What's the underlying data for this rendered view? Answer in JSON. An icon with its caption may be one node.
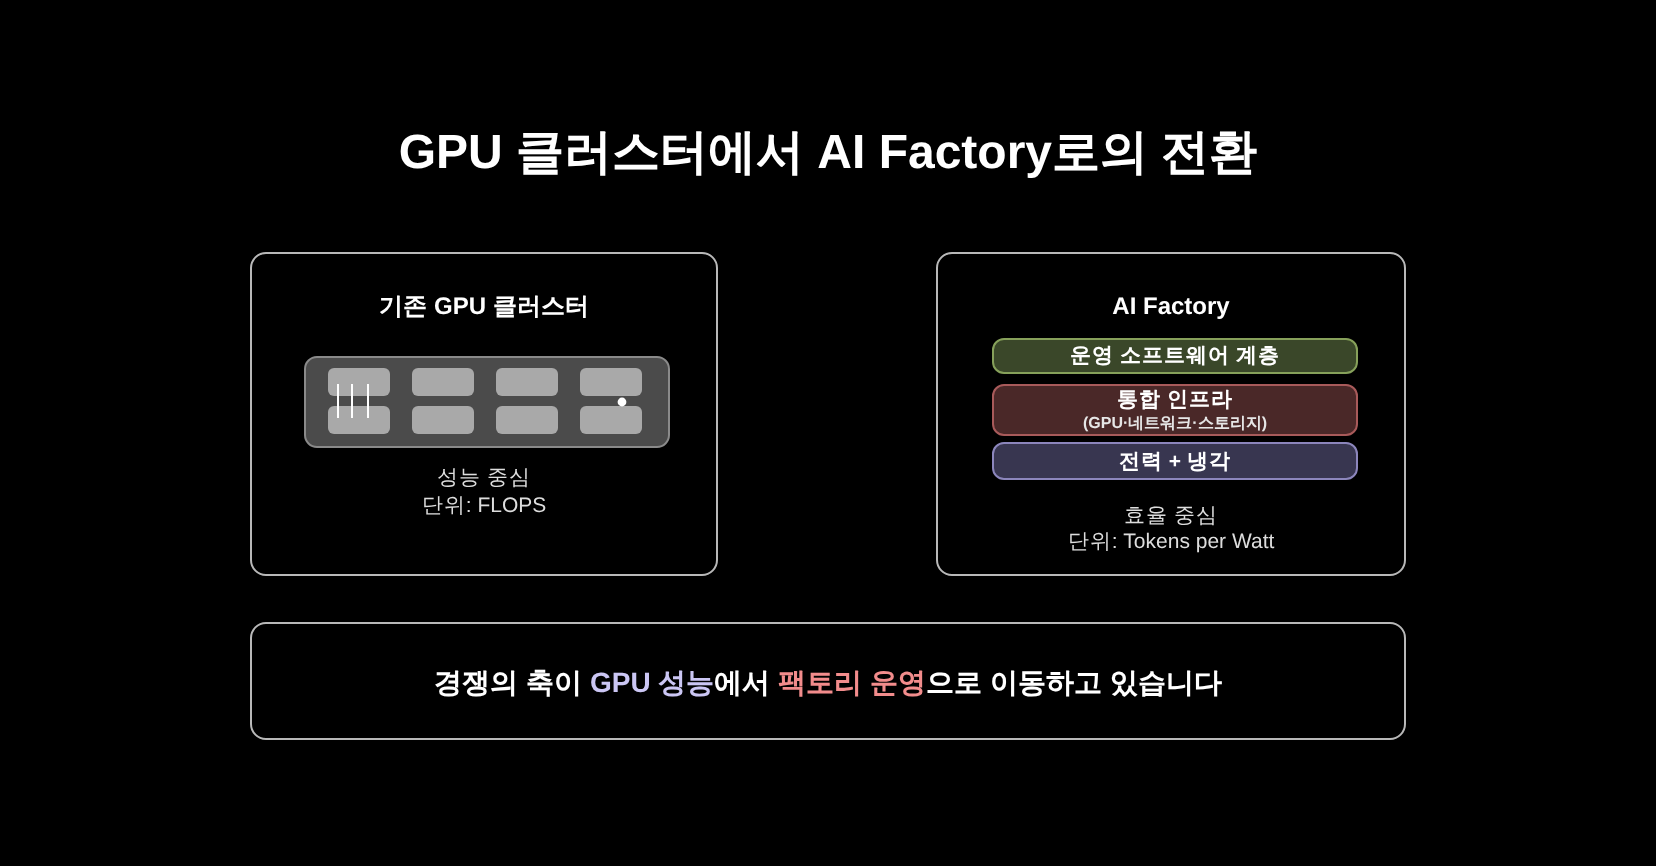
{
  "diagram": {
    "title": "GPU 클러스터에서 AI Factory로의 전환",
    "nodes": [
      {
        "text": [
          "기존 GPU 클러스터",
          "성능 중심",
          "단위: FLOPS"
        ]
      },
      {
        "text": [
          "AI Factory",
          "효율 중심",
          "단위: Tokens per Watt"
        ]
      },
      {
        "text": [
          "운영 소프트웨어 계층"
        ],
        "in": 1
      },
      {
        "text": [
          "통합 인프라",
          "(GPU·네트워크·스토리지)"
        ],
        "in": 1
      },
      {
        "text": [
          "전력 + 냉각"
        ],
        "in": 1
      },
      {
        "text": [
          "경쟁의 축이 **GPU 성능**에서 **팩토리 운영**으로 이동하고 있습니다"
        ]
      }
    ]
  }
}
